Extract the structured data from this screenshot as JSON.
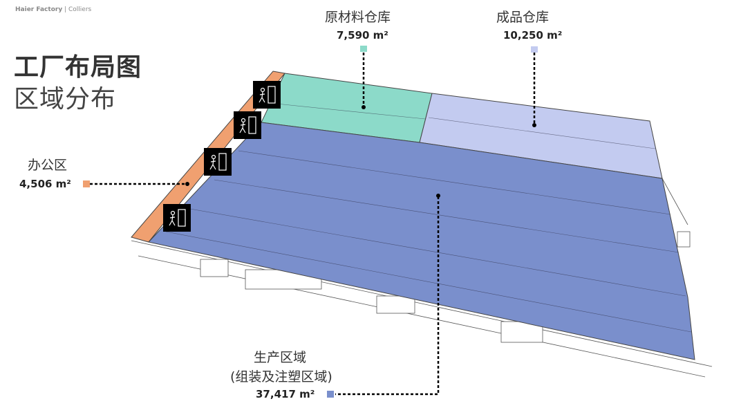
{
  "header": {
    "brand": "Haier Factory",
    "separator": "|",
    "partner": "Colliers"
  },
  "title": {
    "line1": "工厂布局图",
    "line2": "区域分布"
  },
  "zones": {
    "raw_material": {
      "label": "原材料仓库",
      "area": "7,590 m²",
      "color": "#8cdac9"
    },
    "finished_goods": {
      "label": "成品仓库",
      "area": "10,250 m²",
      "color": "#c3cbf0"
    },
    "office": {
      "label": "办公区",
      "area": "4,506 m²",
      "color": "#f0a070"
    },
    "production": {
      "label_line1": "生产区域",
      "label_line2": "(组装及注塑区域)",
      "area": "37,417 m²",
      "color": "#7a8fcc"
    }
  },
  "icons": {
    "exit": "emergency-exit-icon"
  }
}
